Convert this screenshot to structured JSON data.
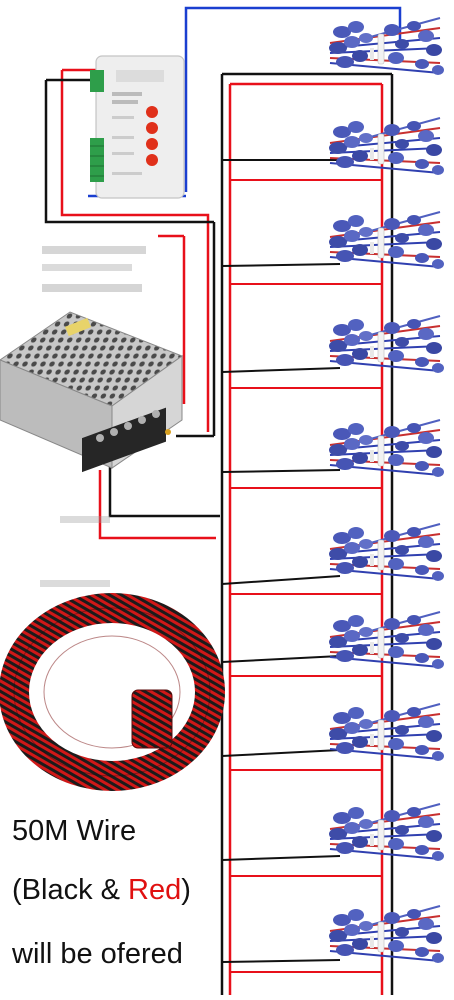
{
  "caption": {
    "line1": "50M Wire",
    "line2_open": "(Black & ",
    "line2_red": "Red",
    "line2_close": ")",
    "line3": "will be ofered"
  },
  "colors": {
    "red_wire": "#e8101a",
    "black_wire": "#111111",
    "blue_wire": "#1a3fd0",
    "caption_red": "#e01010",
    "controller_body": "#eeeeee",
    "controller_button": "#e0301a",
    "terminal_green": "#2e9e4a",
    "pixel_blue": "#4a58b8"
  },
  "icons": {
    "controller": "pixel-controller-icon",
    "power_supply": "power-supply-icon",
    "wire_coil": "wire-coil-icon",
    "pixel_string": "led-pixel-string-icon"
  },
  "pixel_strings": {
    "count": 10
  }
}
